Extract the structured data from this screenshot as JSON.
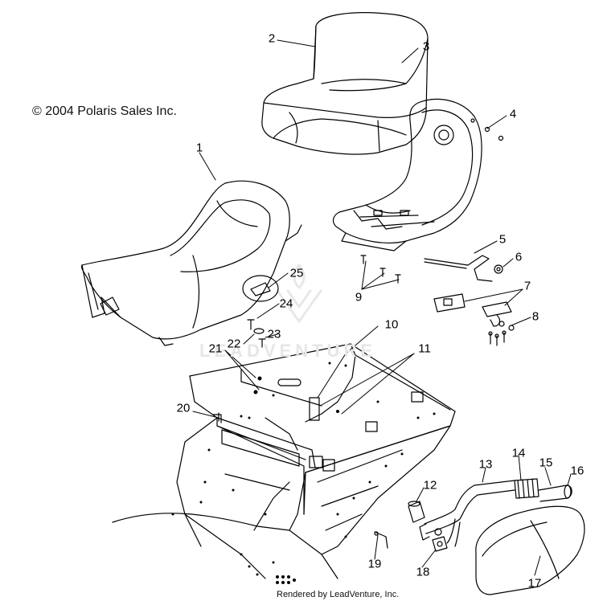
{
  "copyright": "© 2004 Polaris Sales Inc.",
  "footer": "Rendered by LeadVenture, Inc.",
  "watermark": "LEADVENTURE",
  "callouts": [
    "1",
    "2",
    "3",
    "4",
    "5",
    "6",
    "7",
    "8",
    "9",
    "10",
    "11",
    "12",
    "13",
    "14",
    "15",
    "16",
    "17",
    "18",
    "19",
    "20",
    "21",
    "22",
    "23",
    "24",
    "25"
  ],
  "parts": {
    "main_seat": "1",
    "backrest_cushion": "2",
    "backrest_cover": "3",
    "screw": "4",
    "latch_rod": "5",
    "nut": "6",
    "latch_brackets": "7",
    "rivet": "8",
    "mounting_studs": "9",
    "latch_plate": "10",
    "rivets_frame": "11",
    "bushing": "12",
    "grab_handle": "13",
    "spring_grip": "14",
    "handle_grip": "15",
    "end_cap": "16",
    "backrest_pad": "17",
    "clamp": "18",
    "bolt": "19",
    "tunnel": "20",
    "push_nuts": "21",
    "washer": "22",
    "grommet": "23",
    "stud": "24",
    "seat_cover_patch": "25"
  },
  "colors": {
    "line": "#000000",
    "watermark": "#e6e6e6",
    "background": "#ffffff"
  }
}
